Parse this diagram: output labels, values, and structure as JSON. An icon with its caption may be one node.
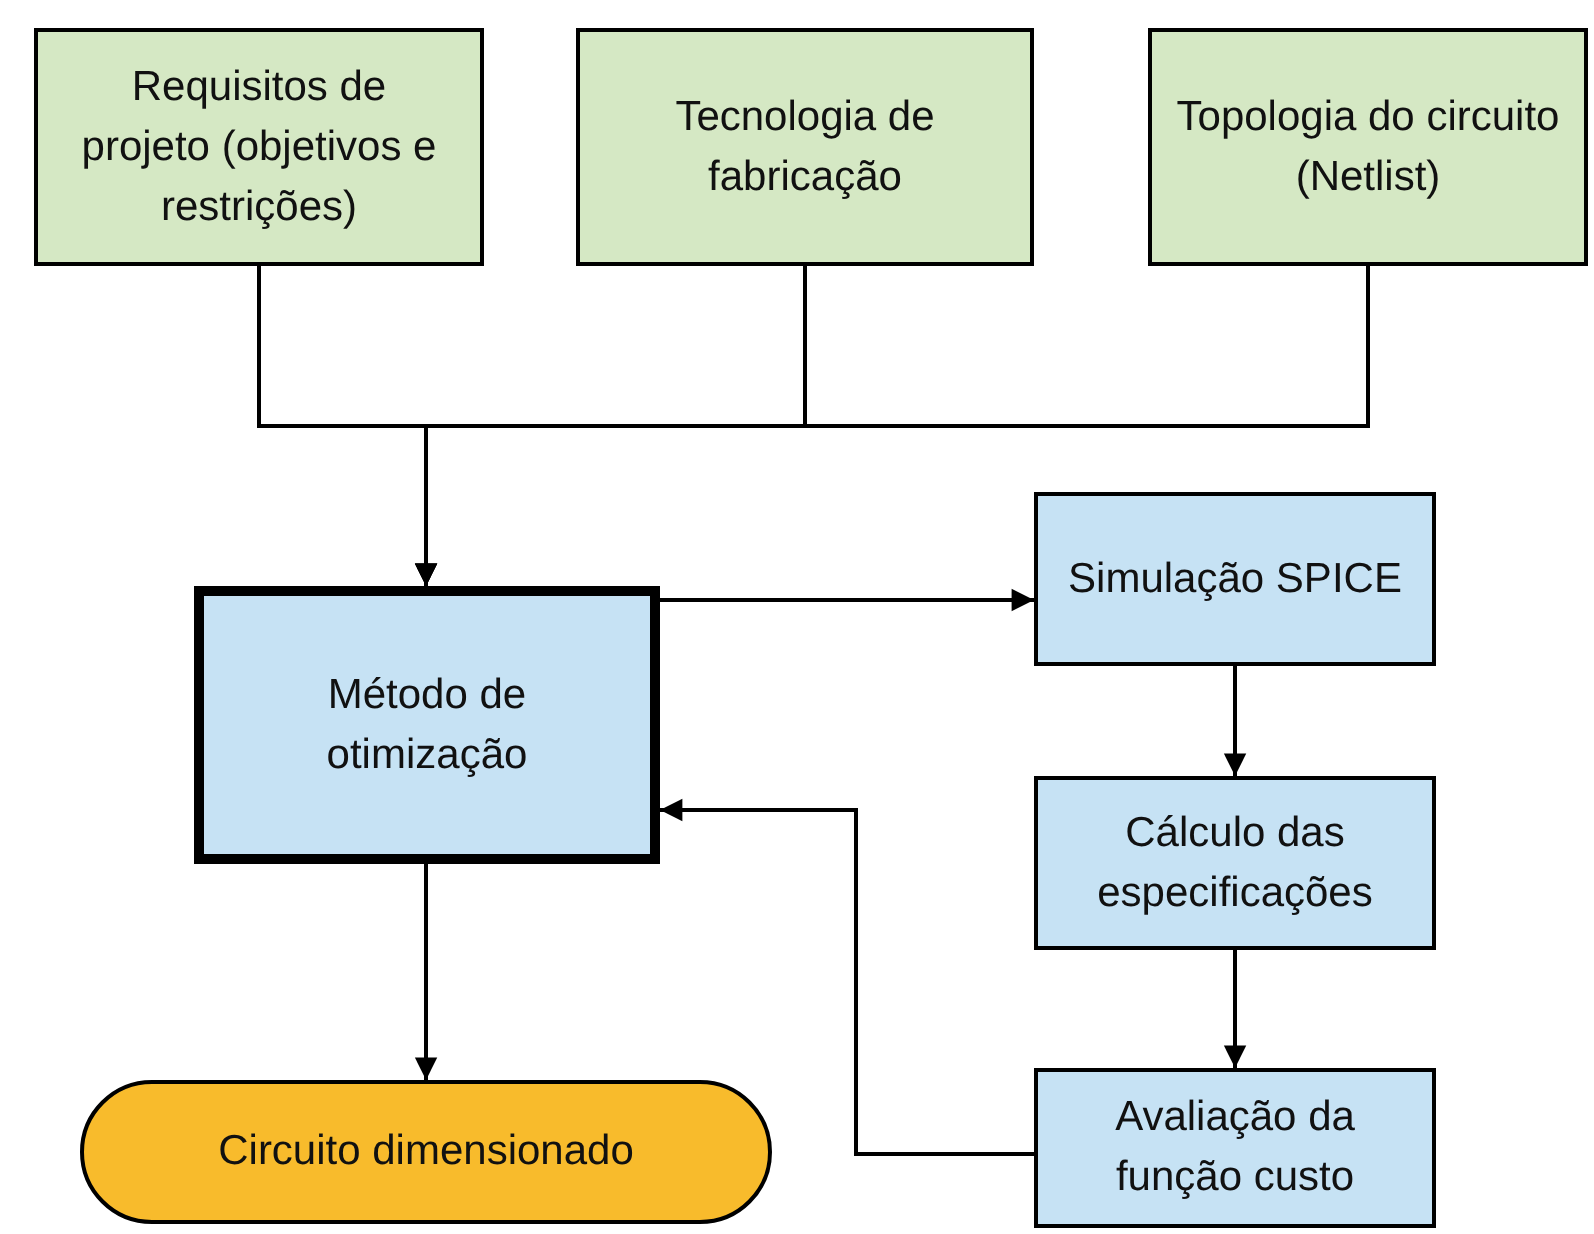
{
  "diagram": {
    "nodes": [
      {
        "text": [
          "Requisitos de projeto (objetivos e restrições)"
        ]
      },
      {
        "text": [
          "Tecnologia de fabricação"
        ]
      },
      {
        "text": [
          "Topologia do circuito (Netlist)"
        ]
      },
      {
        "text": [
          "Método de otimização"
        ]
      },
      {
        "text": [
          "Simulação SPICE"
        ]
      },
      {
        "text": [
          "Cálculo das especificações"
        ]
      },
      {
        "text": [
          "Avaliação da função custo"
        ]
      },
      {
        "text": [
          "Circuito dimensionado"
        ]
      }
    ],
    "edges": [
      {
        "from": 0,
        "to": 3,
        "arrow": "to"
      },
      {
        "from": 1,
        "to": 3,
        "arrow": "to"
      },
      {
        "from": 2,
        "to": 3,
        "arrow": "to"
      },
      {
        "from": 3,
        "to": 4,
        "arrow": "to"
      },
      {
        "from": 4,
        "to": 5,
        "arrow": "to"
      },
      {
        "from": 5,
        "to": 6,
        "arrow": "to"
      },
      {
        "from": 6,
        "to": 3,
        "arrow": "to"
      },
      {
        "from": 3,
        "to": 7,
        "arrow": "to"
      }
    ]
  }
}
